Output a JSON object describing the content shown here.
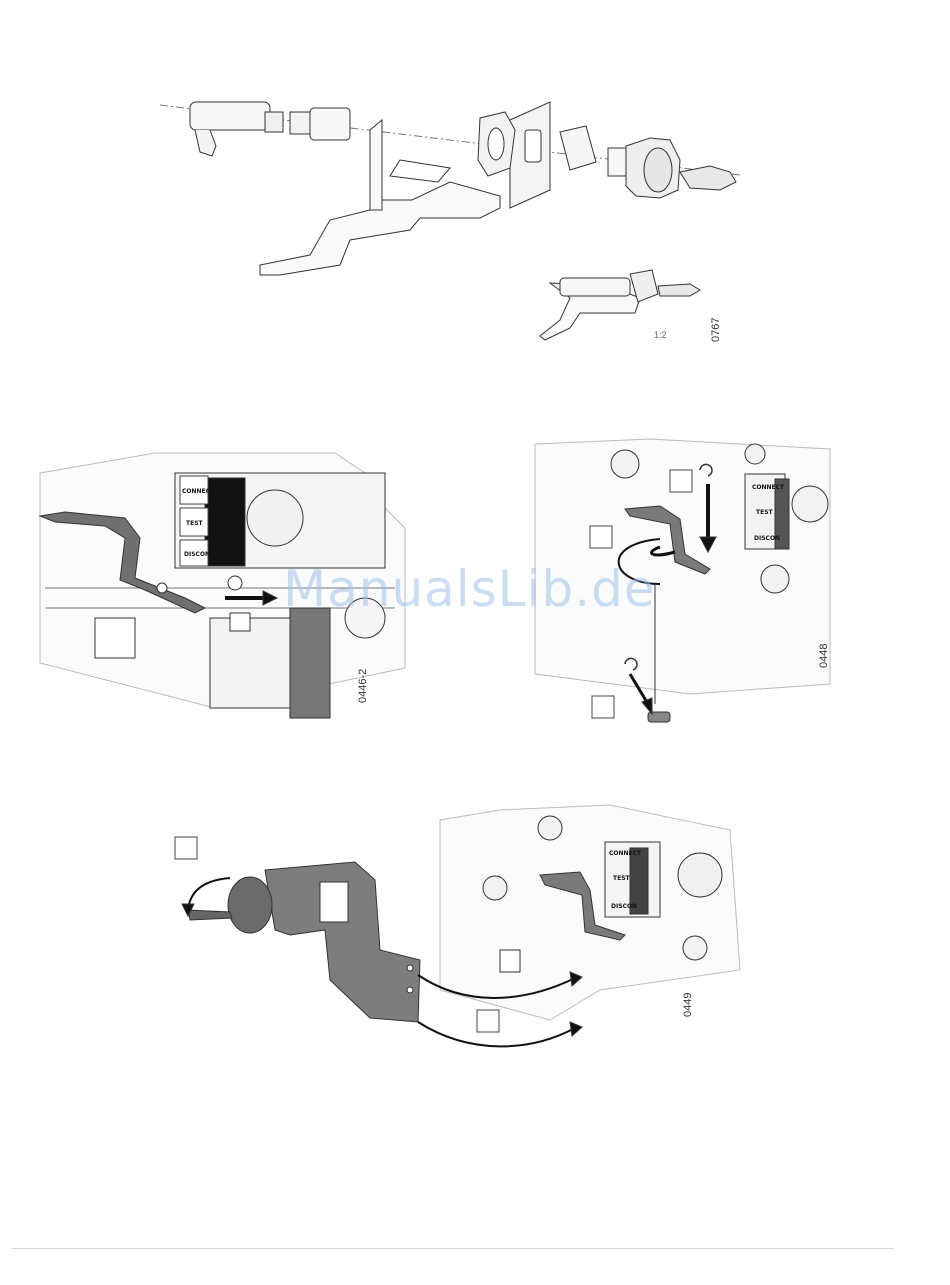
{
  "figures": {
    "top": {
      "id": "0767",
      "scale": "1:2"
    },
    "middle_left": {
      "id": "0446-2"
    },
    "middle_right": {
      "id": "0448"
    },
    "bottom": {
      "id": "0449"
    }
  },
  "switch_labels": {
    "connect": "CONNECT",
    "test": "TEST",
    "discon": "DISCON"
  },
  "watermark": "ManualsLib.de"
}
